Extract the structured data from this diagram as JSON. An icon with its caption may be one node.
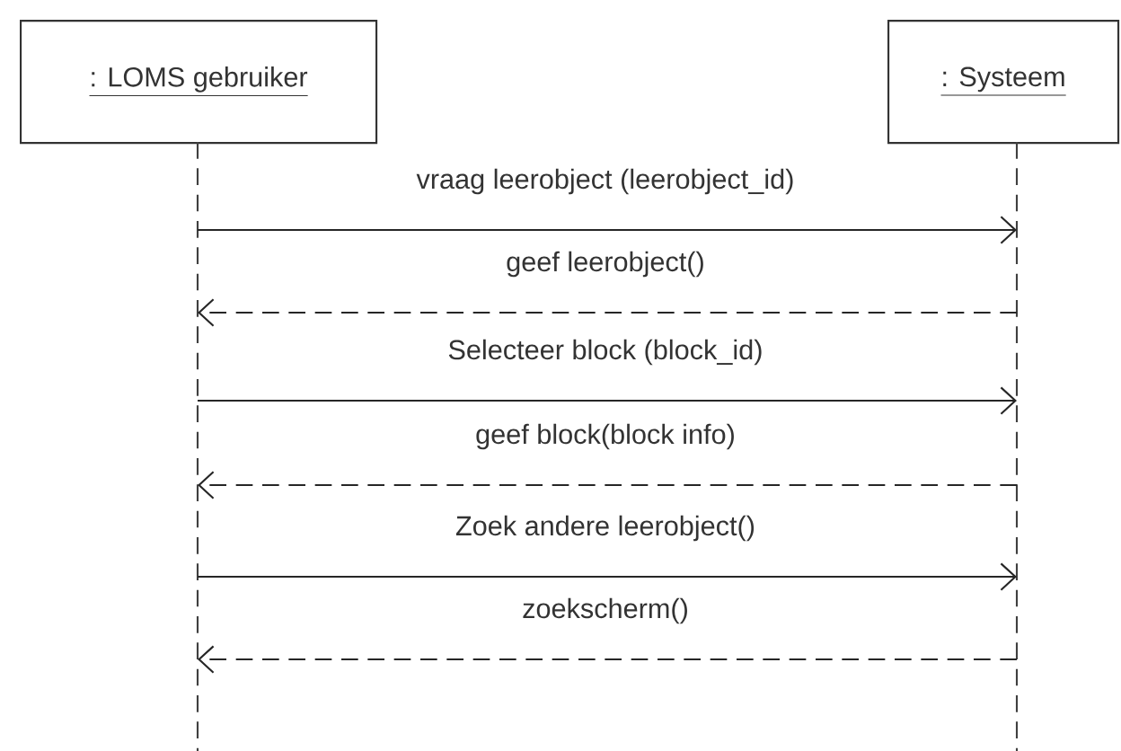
{
  "diagram": {
    "nodes": [
      {
        "text": [
          ": LOMS gebruiker"
        ]
      },
      {
        "text": [
          ": Systeem"
        ]
      }
    ],
    "edges": [
      {
        "from": 0,
        "to": 1,
        "arrow": "to",
        "label": "vraag leerobject (leerobject_id)"
      },
      {
        "from": 1,
        "to": 0,
        "arrow": "to",
        "style": "dashed",
        "label": "geef leerobject()"
      },
      {
        "from": 0,
        "to": 1,
        "arrow": "to",
        "label": "Selecteer block (block_id)"
      },
      {
        "from": 1,
        "to": 0,
        "arrow": "to",
        "style": "dashed",
        "label": "geef block(block info)"
      },
      {
        "from": 0,
        "to": 1,
        "arrow": "to",
        "label": "Zoek andere leerobject()"
      },
      {
        "from": 1,
        "to": 0,
        "arrow": "to",
        "style": "dashed",
        "label": "zoekscherm()"
      }
    ]
  }
}
